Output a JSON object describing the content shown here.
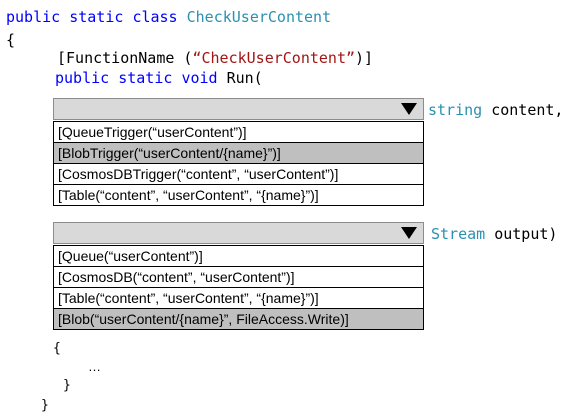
{
  "code": {
    "line1_public": "public",
    "line1_static": "static",
    "line1_class": "class",
    "line1_name": "CheckUserContent",
    "line2_brace": "{",
    "line3_attr_open": "[FunctionName (",
    "line3_attr_str": "“CheckUserContent”",
    "line3_attr_close": ")]",
    "line4_public": "public",
    "line4_static": "static",
    "line4_void": "void",
    "line4_run": "Run(",
    "param1_type": "string",
    "param1_name": "content,",
    "param2_type": "Stream",
    "param2_name": "output)",
    "inner_open": "{",
    "ellipsis": "…",
    "inner_close": "}",
    "outer_close": "}"
  },
  "dropdown1": {
    "items": [
      "[QueueTrigger(“userContent”)]",
      "[BlobTrigger(“userContent/{name}”)]",
      "[CosmosDBTrigger(“content”, “userContent”)]",
      "[Table(“content”, “userContent”, “{name}”)]"
    ],
    "selected_index": 1
  },
  "dropdown2": {
    "items": [
      "[Queue(“userContent”)]",
      "[CosmosDB(“content”, “userContent”)]",
      "[Table(“content”, “userContent”, “{name}”)]",
      "[Blob(“userContent/{name}”, FileAccess.Write)]"
    ],
    "selected_index": 3
  },
  "icons": {
    "dropdown_arrow": "triangle-down-icon"
  },
  "colors": {
    "keyword": "#0000ff",
    "type": "#2b91af",
    "string": "#a31515",
    "dropdown_header": "#d9d9d9",
    "selected_item": "#bfbfbf"
  }
}
